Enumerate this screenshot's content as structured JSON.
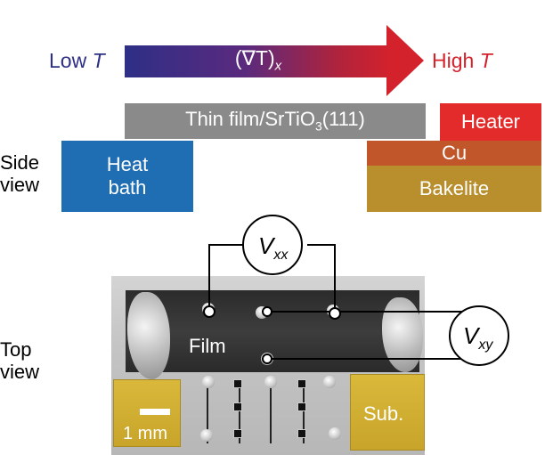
{
  "diagram": {
    "arrow": {
      "label": "(∇T)",
      "subscript": "x"
    },
    "low_t": {
      "prefix": "Low ",
      "symbol": "T"
    },
    "high_t": {
      "prefix": "High ",
      "symbol": "T"
    },
    "side_view_label": [
      "Side",
      "view"
    ],
    "top_view_label": [
      "Top",
      "view"
    ],
    "blocks": {
      "thin_film": {
        "main": "Thin film/SrTiO",
        "sub": "3",
        "tail": "(111)"
      },
      "heater": "Heater",
      "heat_bath": [
        "Heat",
        "bath"
      ],
      "cu": "Cu",
      "bakelite": "Bakelite"
    },
    "photo": {
      "film_label": "Film",
      "substrate_label": "Sub.",
      "scale_label": "1 mm"
    },
    "meters": {
      "vxx": {
        "symbol": "V",
        "subscript": "xx"
      },
      "vxy": {
        "symbol": "V",
        "subscript": "xy"
      }
    },
    "colors": {
      "low": "#2e2f86",
      "high": "#d4222c",
      "thin_film": "#8a8a8a",
      "heater": "#e42b2b",
      "heat_bath": "#1f6db3",
      "cu": "#c1562b",
      "bakelite": "#b98e2c"
    }
  }
}
